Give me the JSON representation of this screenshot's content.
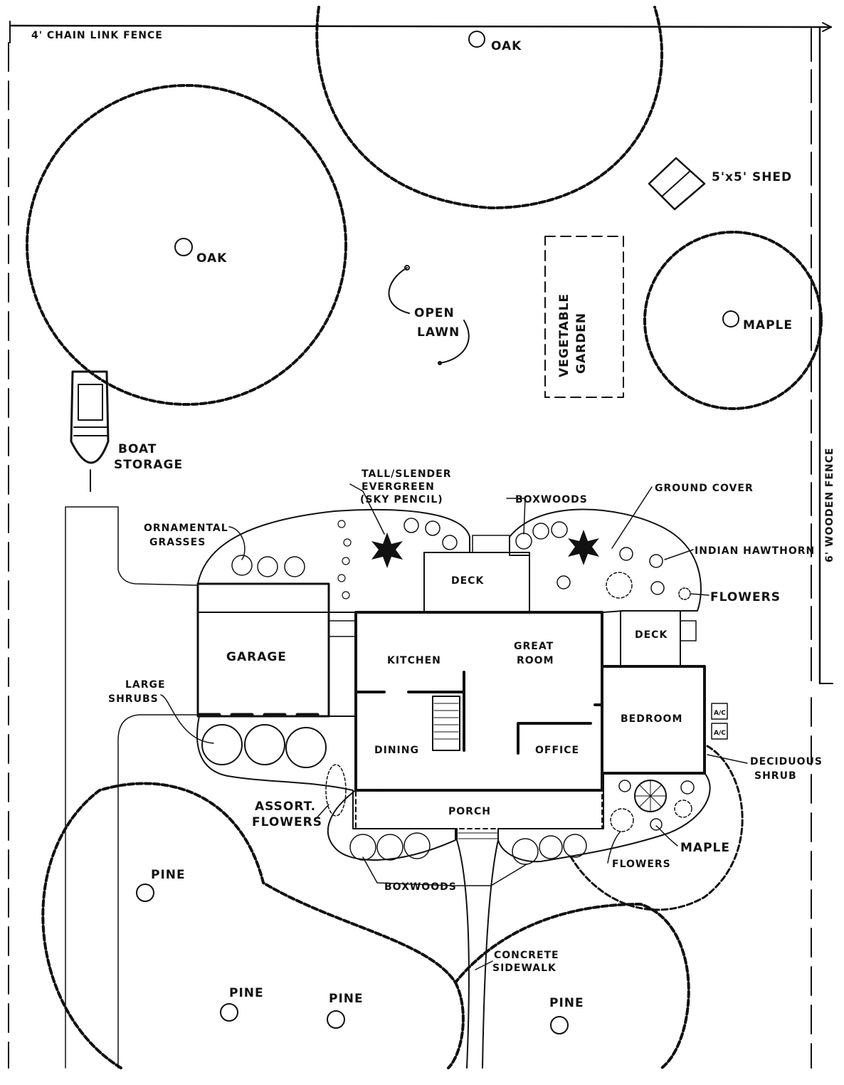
{
  "labels": {
    "chain_fence": "4' CHAIN LINK FENCE",
    "wooden_fence": "6' WOODEN FENCE",
    "oak_top": "OAK",
    "oak_left": "OAK",
    "shed": "5'x5' SHED",
    "maple_right": "MAPLE",
    "open_lawn_1": "OPEN",
    "open_lawn_2": "LAWN",
    "veg_garden_1": "VEGETABLE",
    "veg_garden_2": "GARDEN",
    "boat_1": "BOAT",
    "boat_2": "STORAGE",
    "evergreen_1": "TALL/SLENDER",
    "evergreen_2": "EVERGREEN",
    "evergreen_3": "(SKY PENCIL)",
    "boxwoods_top": "BOXWOODS",
    "ground_cover": "GROUND COVER",
    "grasses_1": "ORNAMENTAL",
    "grasses_2": "GRASSES",
    "hawthorn": "INDIAN HAWTHORN",
    "flowers_right": "FLOWERS",
    "deck_rear": "DECK",
    "deck_side": "DECK",
    "garage": "GARAGE",
    "kitchen": "KITCHEN",
    "great_room_1": "GREAT",
    "great_room_2": "ROOM",
    "bedroom": "BEDROOM",
    "dining": "DINING",
    "office": "OFFICE",
    "porch": "PORCH",
    "large_shrubs_1": "LARGE",
    "large_shrubs_2": "SHRUBS",
    "ac": "A/C",
    "decid_1": "DECIDUOUS",
    "decid_2": "SHRUB",
    "assort_1": "ASSORT.",
    "assort_2": "FLOWERS",
    "maple_front": "MAPLE",
    "flowers_front": "FLOWERS",
    "boxwoods_front": "BOXWOODS",
    "sidewalk_1": "CONCRETE",
    "sidewalk_2": "SIDEWALK",
    "pine_1": "PINE",
    "pine_2": "PINE",
    "pine_3": "PINE",
    "pine_4": "PINE"
  }
}
